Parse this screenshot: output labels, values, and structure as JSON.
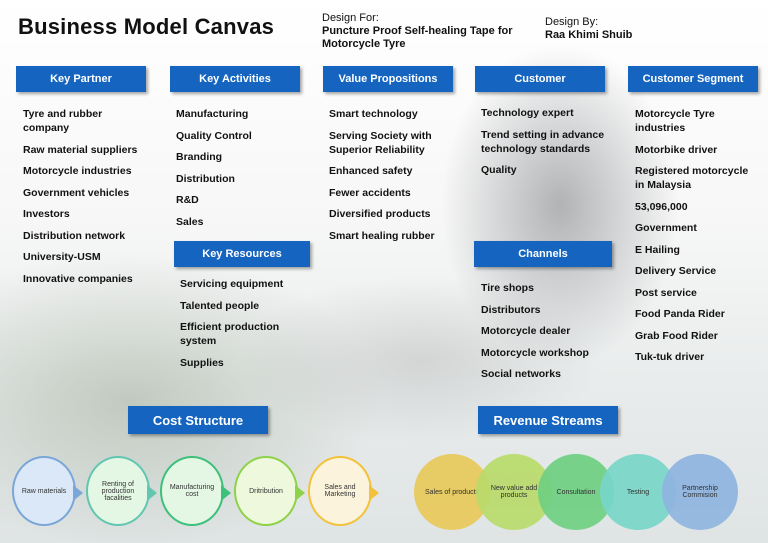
{
  "title": "Business Model Canvas",
  "design_for": {
    "label": "Design For:",
    "value": "Puncture Proof Self-healing Tape for Motorcycle Tyre"
  },
  "design_by": {
    "label": "Design By:",
    "value": "Raa Khimi Shuib"
  },
  "sections": {
    "key_partner": {
      "header": "Key Partner",
      "items": [
        "Tyre and rubber company",
        "Raw material suppliers",
        "Motorcycle industries",
        "Government vehicles",
        "Investors",
        "Distribution network",
        "University-USM",
        "Innovative companies"
      ]
    },
    "key_activities": {
      "header": "Key Activities",
      "items": [
        "Manufacturing",
        "Quality Control",
        "Branding",
        "Distribution",
        "R&D",
        "Sales"
      ]
    },
    "key_resources": {
      "header": "Key Resources",
      "items": [
        "Servicing equipment",
        "Talented people",
        "Efficient production system",
        "Supplies"
      ]
    },
    "value_propositions": {
      "header": "Value Propositions",
      "items": [
        "Smart technology",
        "Serving Society with Superior Reliability",
        "Enhanced safety",
        "Fewer accidents",
        "Diversified products",
        "Smart healing rubber"
      ]
    },
    "customer": {
      "header": "Customer",
      "items": [
        "Technology expert",
        "Trend setting in advance technology standards",
        "Quality"
      ]
    },
    "channels": {
      "header": "Channels",
      "items": [
        "Tire shops",
        "Distributors",
        "Motorcycle dealer",
        "Motorcycle workshop",
        "Social networks"
      ]
    },
    "customer_segment": {
      "header": "Customer Segment",
      "items": [
        "Motorcycle Tyre industries",
        "Motorbike driver",
        "Registered motorcycle in Malaysia",
        "53,096,000",
        "Government",
        "E Hailing",
        "Delivery Service",
        "Post service",
        "Food Panda Rider",
        "Grab Food Rider",
        "Tuk-tuk driver"
      ]
    },
    "cost_structure": {
      "header": "Cost Structure",
      "items": [
        {
          "label": "Raw materials",
          "color": "#dbe8f7",
          "border": "#7aa6d8"
        },
        {
          "label": "Renting of production facalities",
          "color": "#e4f6e4",
          "border": "#62c6b0"
        },
        {
          "label": "Manufacturing cost",
          "color": "#e4f6e4",
          "border": "#3cc07a"
        },
        {
          "label": "Dritribution",
          "color": "#eef8dc",
          "border": "#8ed24a"
        },
        {
          "label": "Sales and Marketing",
          "color": "#fbf3dc",
          "border": "#f2c23c"
        }
      ]
    },
    "revenue_streams": {
      "header": "Revenue Streams",
      "items": [
        {
          "label": "Sales of products",
          "color": "#e8c95a"
        },
        {
          "label": "New value add products",
          "color": "#b9db6b"
        },
        {
          "label": "Consultation",
          "color": "#6fd082"
        },
        {
          "label": "Testing",
          "color": "#78d6c8"
        },
        {
          "label": "Partnership Commision",
          "color": "#8fb5e0"
        }
      ]
    }
  }
}
